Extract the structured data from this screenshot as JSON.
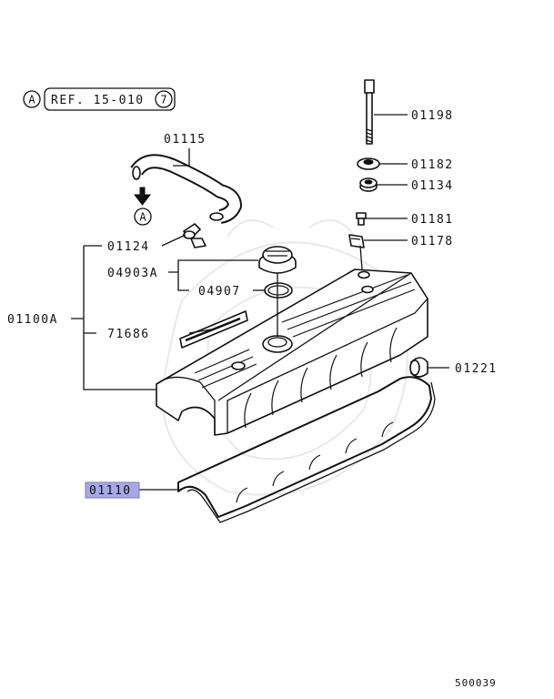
{
  "diagram": {
    "reference": {
      "circle_letter": "A",
      "text": "REF. 15-010",
      "circle_number": "7"
    },
    "arrow_letter": "A",
    "parts": {
      "p01198": "01198",
      "p01182": "01182",
      "p01134": "01134",
      "p01181": "01181",
      "p01178": "01178",
      "p01115": "01115",
      "p01124": "01124",
      "p04903A": "04903A",
      "p04907": "04907",
      "p01100A": "01100A",
      "p71686": "71686",
      "p01221": "01221",
      "p01110": "01110"
    },
    "highlight_color": "#a8a8e6",
    "figure_number": "500039"
  }
}
